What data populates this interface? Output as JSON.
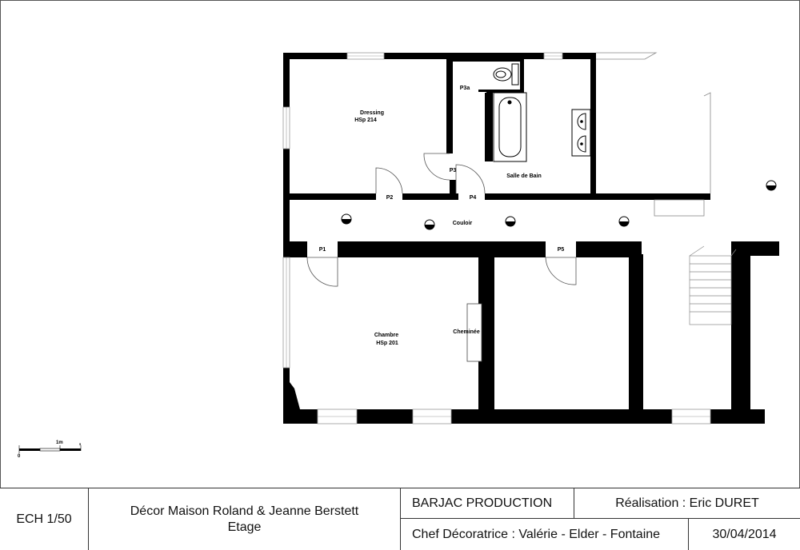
{
  "plan": {
    "rooms": {
      "dressing": {
        "name": "Dressing",
        "hsp": "HSp 214"
      },
      "chambre": {
        "name": "Chambre",
        "hsp": "HSp 201"
      },
      "salle_de_bain": {
        "name": "Salle de Bain"
      },
      "couloir": {
        "name": "Couloir"
      },
      "cheminee": {
        "name": "Cheminée"
      }
    },
    "doors": {
      "p1": "P1",
      "p2": "P2",
      "p3": "P3",
      "p3a": "P3a",
      "p4": "P4",
      "p5": "P5"
    },
    "scale_bar": {
      "zero": "0",
      "one_m": "1m",
      "end": "5"
    }
  },
  "title_block": {
    "scale": "ECH 1/50",
    "project_line1": "Décor Maison Roland & Jeanne Berstett",
    "project_line2": "Etage",
    "company": "BARJAC PRODUCTION",
    "realisation": "Réalisation : Eric DURET",
    "chef_decoratrice": "Chef Décoratrice : Valérie - Elder - Fontaine",
    "date": "30/04/2014"
  }
}
